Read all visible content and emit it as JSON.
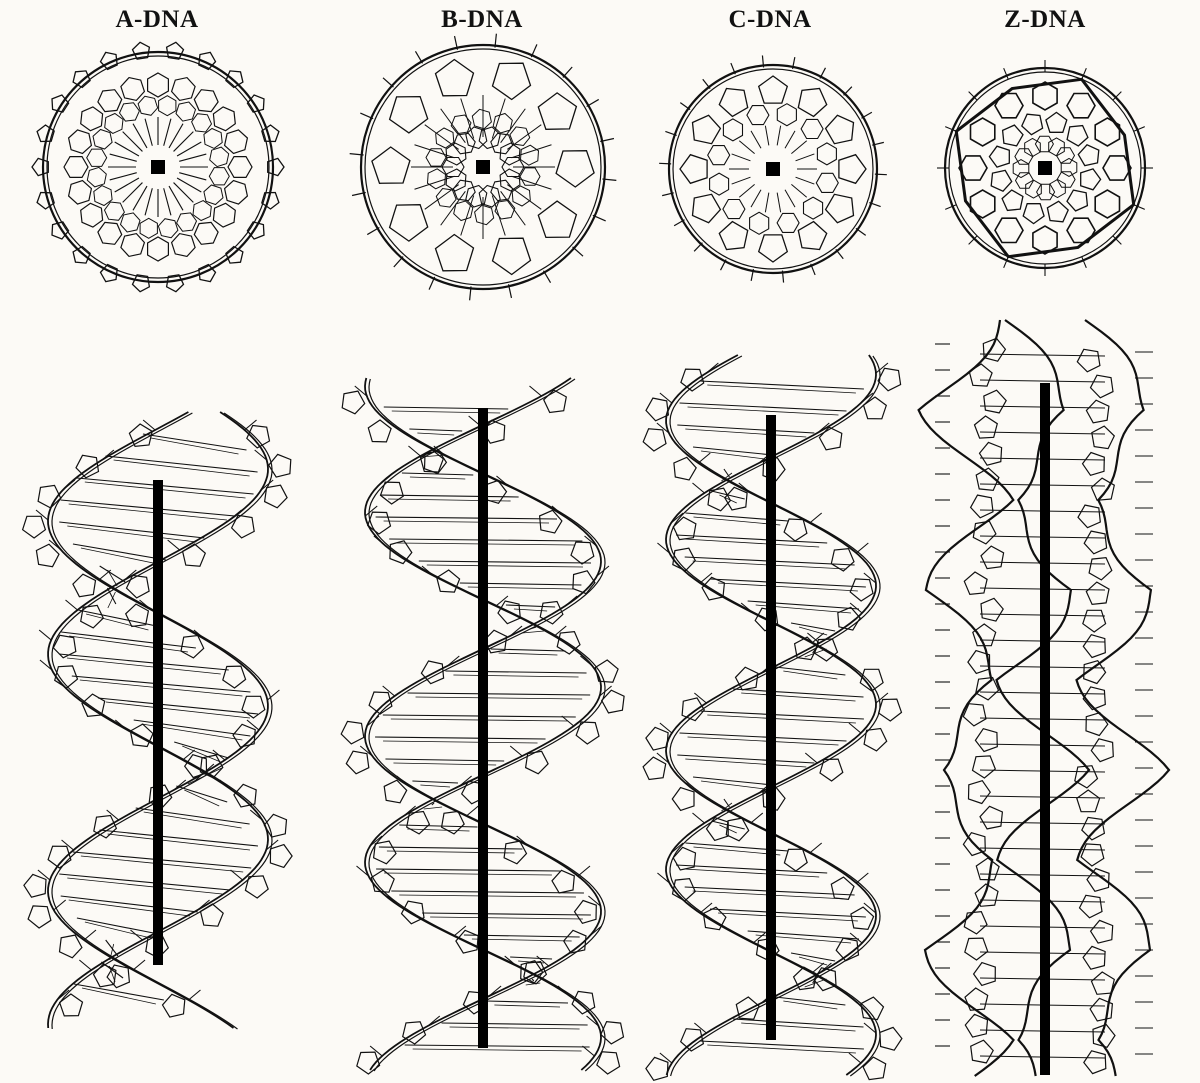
{
  "forms": [
    {
      "id": "a",
      "label": "A-DNA",
      "axial_style": "A",
      "side_style": "A"
    },
    {
      "id": "b",
      "label": "B-DNA",
      "axial_style": "B",
      "side_style": "B"
    },
    {
      "id": "c",
      "label": "C-DNA",
      "axial_style": "C",
      "side_style": "C"
    },
    {
      "id": "z",
      "label": "Z-DNA",
      "axial_style": "Z",
      "side_style": "Z"
    }
  ],
  "colors": {
    "background": "#fcfaf6",
    "ink": "#111111",
    "axis": "#000000"
  }
}
